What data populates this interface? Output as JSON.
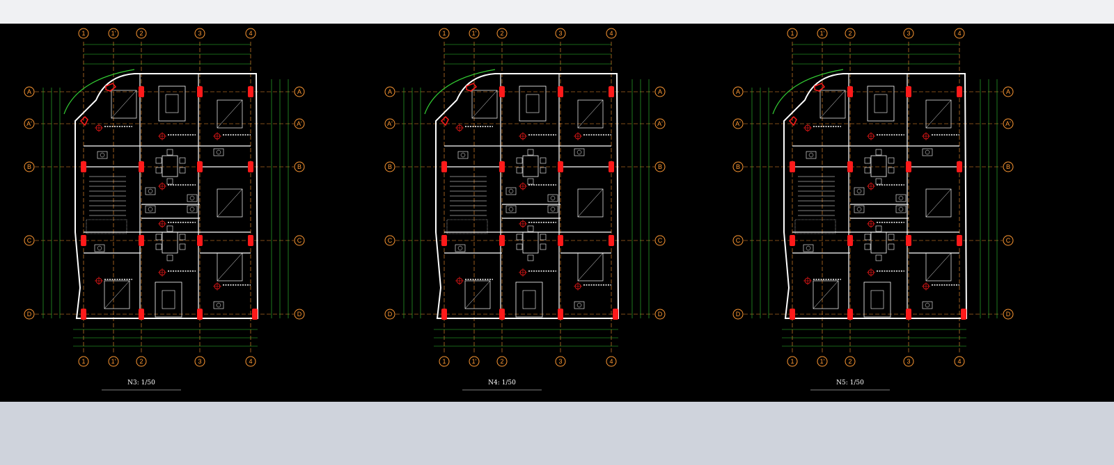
{
  "window": {
    "toolbar": ""
  },
  "colors": {
    "background": "#000000",
    "grid_line": "#ff9933",
    "wall": "#ffffff",
    "dimension": "#33cc33",
    "column": "#ff1a1a",
    "frame_chrome": "#f0f1f3",
    "bottom_panel": "#cfd3dc"
  },
  "drawings": [
    {
      "title": "N3: 1/50",
      "grid_x": [
        "1",
        "1'",
        "2",
        "3",
        "4"
      ],
      "grid_y": [
        "A",
        "A'",
        "B",
        "C",
        "D"
      ]
    },
    {
      "title": "N4: 1/50",
      "grid_x": [
        "1",
        "1'",
        "2",
        "3",
        "4"
      ],
      "grid_y": [
        "A",
        "A'",
        "B",
        "C",
        "D"
      ]
    },
    {
      "title": "N5: 1/50",
      "grid_x": [
        "1",
        "1'",
        "2",
        "3",
        "4"
      ],
      "grid_y": [
        "A",
        "A'",
        "B",
        "C",
        "D"
      ]
    }
  ]
}
